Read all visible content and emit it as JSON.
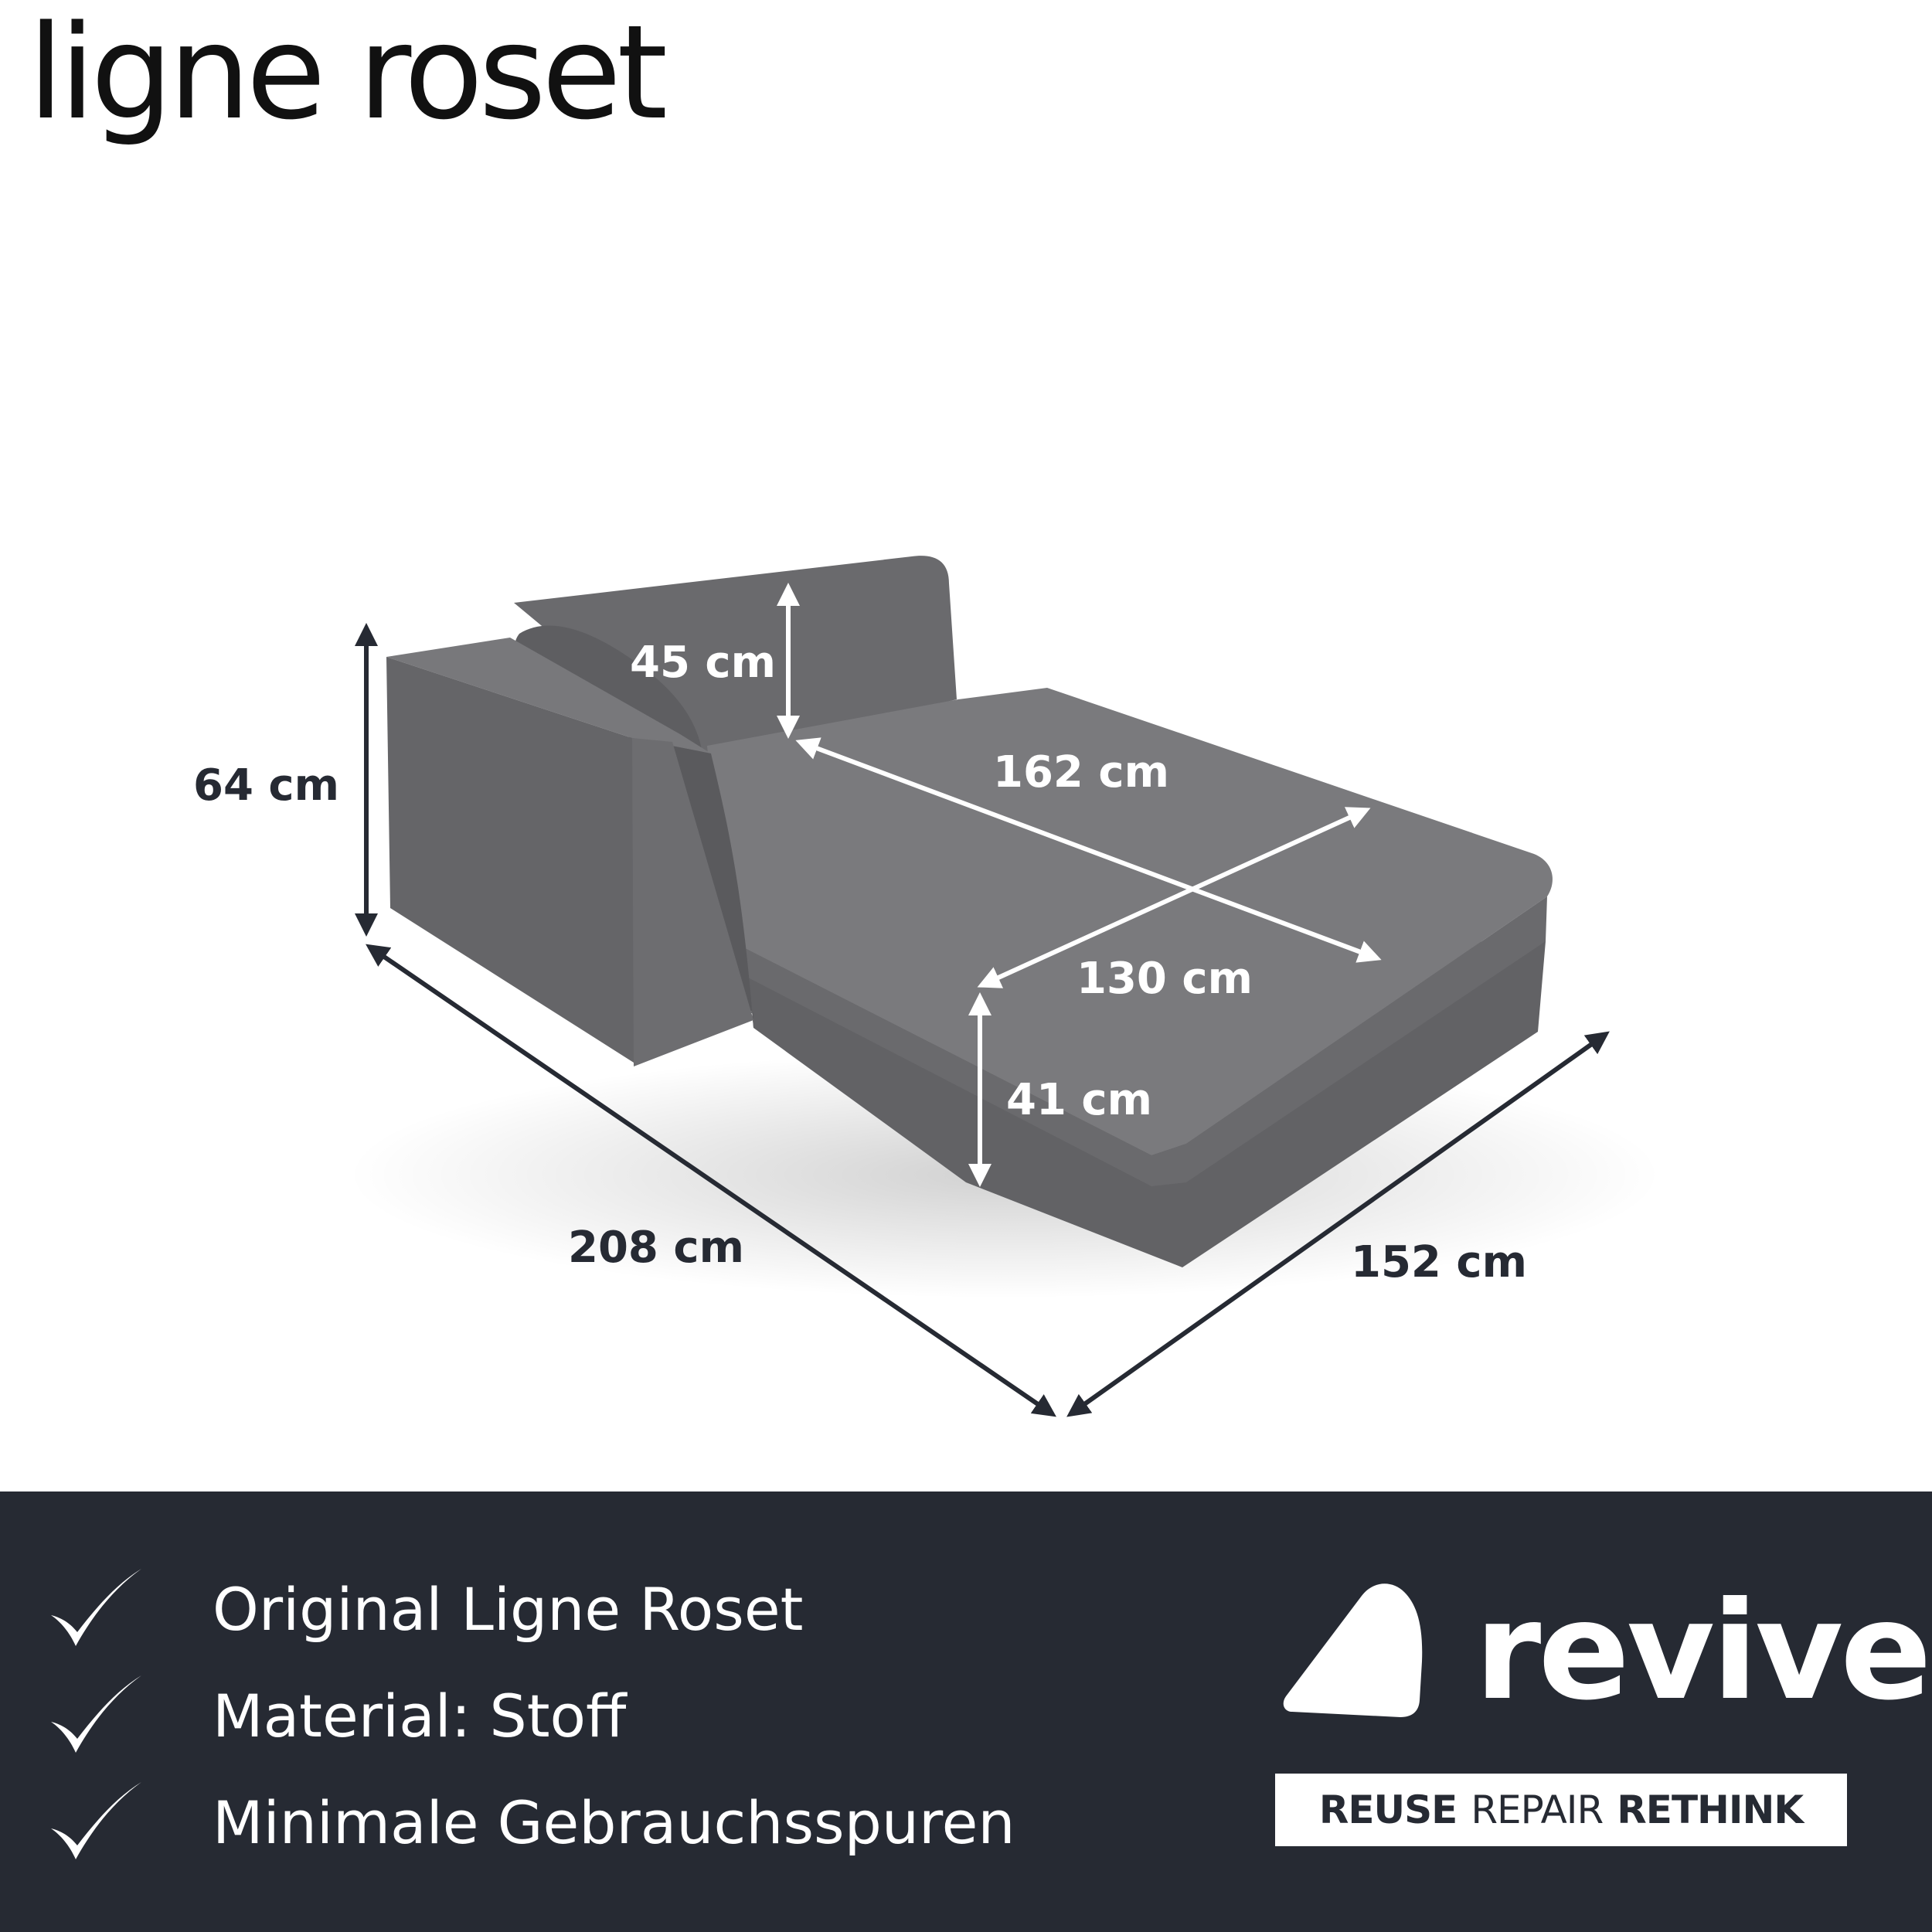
{
  "brand": {
    "logo_text": "ligne roset"
  },
  "dimensions": {
    "height_total": "64 cm",
    "back_height": "45 cm",
    "seat_length": "162 cm",
    "seat_width": "130 cm",
    "seat_height": "41 cm",
    "length_total": "208 cm",
    "width_total": "152 cm"
  },
  "features": [
    "Original Ligne Roset",
    "Material: Stoff",
    "Minimale Gebrauchsspuren"
  ],
  "revive": {
    "word": "revive",
    "tagline": {
      "reuse": "REUSE",
      "repair": "REPAIR",
      "rethink": "RETHINK"
    }
  },
  "colors": {
    "footer_bg": "#262a33",
    "sofa_fabric": "#6e6e71",
    "dimension_arrow_dark": "#262a33",
    "dimension_arrow_light": "#ffffff"
  }
}
